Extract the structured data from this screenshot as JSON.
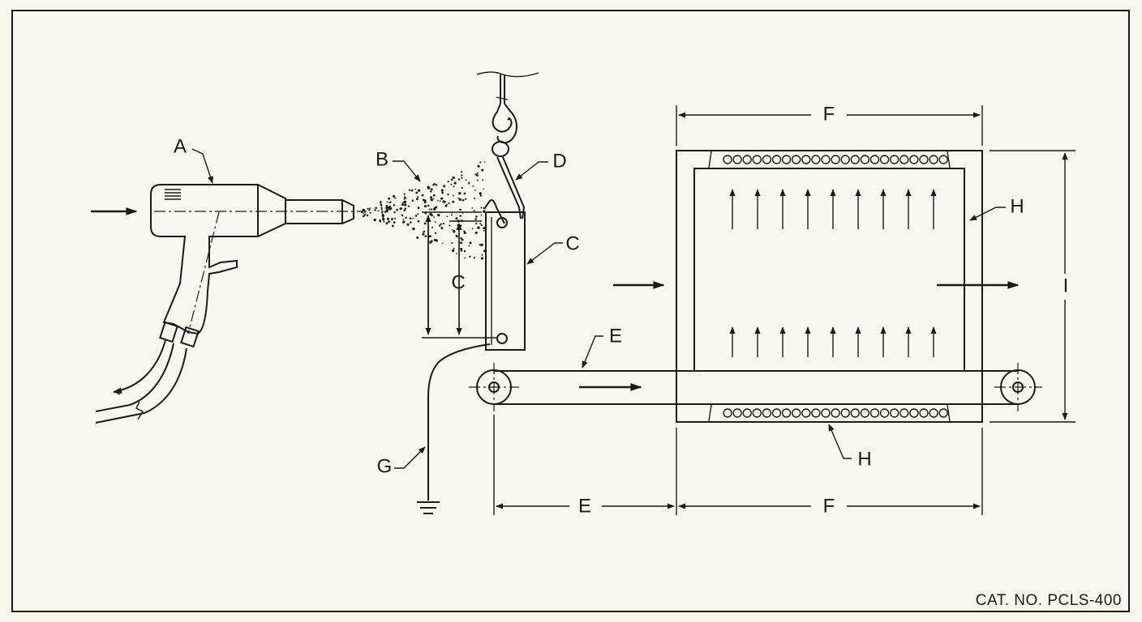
{
  "labels": {
    "A": "A",
    "B": "B",
    "C1": "C",
    "C2": "C",
    "D": "D",
    "E1": "E",
    "E2": "E",
    "F1": "F",
    "F2": "F",
    "G": "G",
    "H1": "H",
    "H2": "H",
    "I": "I"
  },
  "catalog": "CAT. NO. PCLS-400",
  "colors": {
    "ink": "#1a1a1a",
    "paper": "#f7f6ef"
  }
}
